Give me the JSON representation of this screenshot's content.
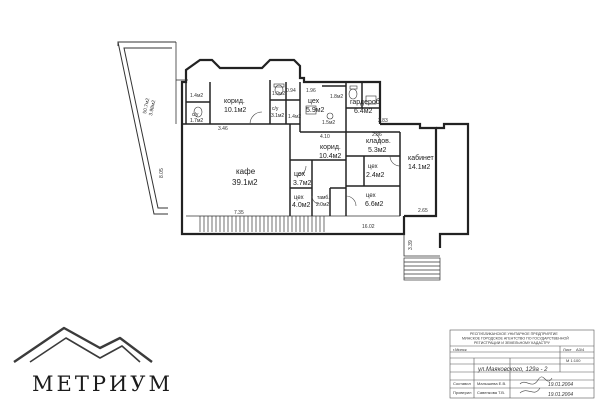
{
  "logo": {
    "word": "МЕТРИУМ"
  },
  "rooms": {
    "corridor_1": {
      "name": "корид.",
      "area": "10.1м2"
    },
    "wc_1": {
      "name": "с/у",
      "area": "1.7м2"
    },
    "wc_2": {
      "name": "с/у",
      "area": "3.1м2"
    },
    "workshop_1": {
      "name": "цех",
      "area": "5.9м2"
    },
    "wardrobe": {
      "name": "гардероб",
      "area": "6.4м2"
    },
    "cafe": {
      "name": "кафе",
      "area": "39.1м2"
    },
    "corridor_2": {
      "name": "корид.",
      "area": "10.4м2"
    },
    "storage": {
      "name": "кладов.",
      "area": "5.3м2"
    },
    "office": {
      "name": "кабинет",
      "area": "14.1м2"
    },
    "workshop_2": {
      "name": "цех",
      "area": "3.7м2"
    },
    "workshop_3": {
      "name": "цех",
      "area": "2.4м2"
    },
    "workshop_4": {
      "name": "цех",
      "area": "4.0м2"
    },
    "washroom": {
      "name": "тамб.",
      "area": "2.0м2"
    },
    "workshop_5": {
      "name": "цех",
      "area": "6.6м2"
    }
  },
  "small_areas": [
    "1.4м2",
    "1.9м2",
    "1.4м2",
    "1.5м2",
    "1.8м2"
  ],
  "dimensions": {
    "d1": "8.05",
    "d2": "3.46",
    "d3": "4.10",
    "d4": "2.86",
    "d5": "2.83",
    "d6": "7.35",
    "d7": "16.02",
    "d8": "2.65",
    "d9": "3.39",
    "d10": "0.94",
    "d11": "1.96"
  },
  "terrace": {
    "area_1": "50.7м2",
    "area_2": "3.98м2"
  },
  "stamp": {
    "org_line1": "РЕСПУБЛИКАНСКОЕ УНИТАРНОЕ ПРЕДПРИЯТИЕ",
    "org_line2": "МИНСКОЕ ГОРОДСКОЕ АГЕНТСТВО ПО ГОСУДАРСТВЕННОЙ",
    "org_line3": "РЕГИСТРАЦИИ И ЗЕМЕЛЬНОМУ КАДАСТРУ",
    "city": "г.Минск",
    "address": "ул.Маяковского, 129а - 2",
    "sheet_label": "Лист",
    "sheet_value": "А3/4",
    "scale": "М 1:100",
    "role_1": "Составил",
    "name_1": "Малышева Е.В.",
    "date_1": "19.01.2004",
    "role_2": "Проверил",
    "name_2": "Савенкова Т.В.",
    "date_2": "19.01.2004"
  }
}
